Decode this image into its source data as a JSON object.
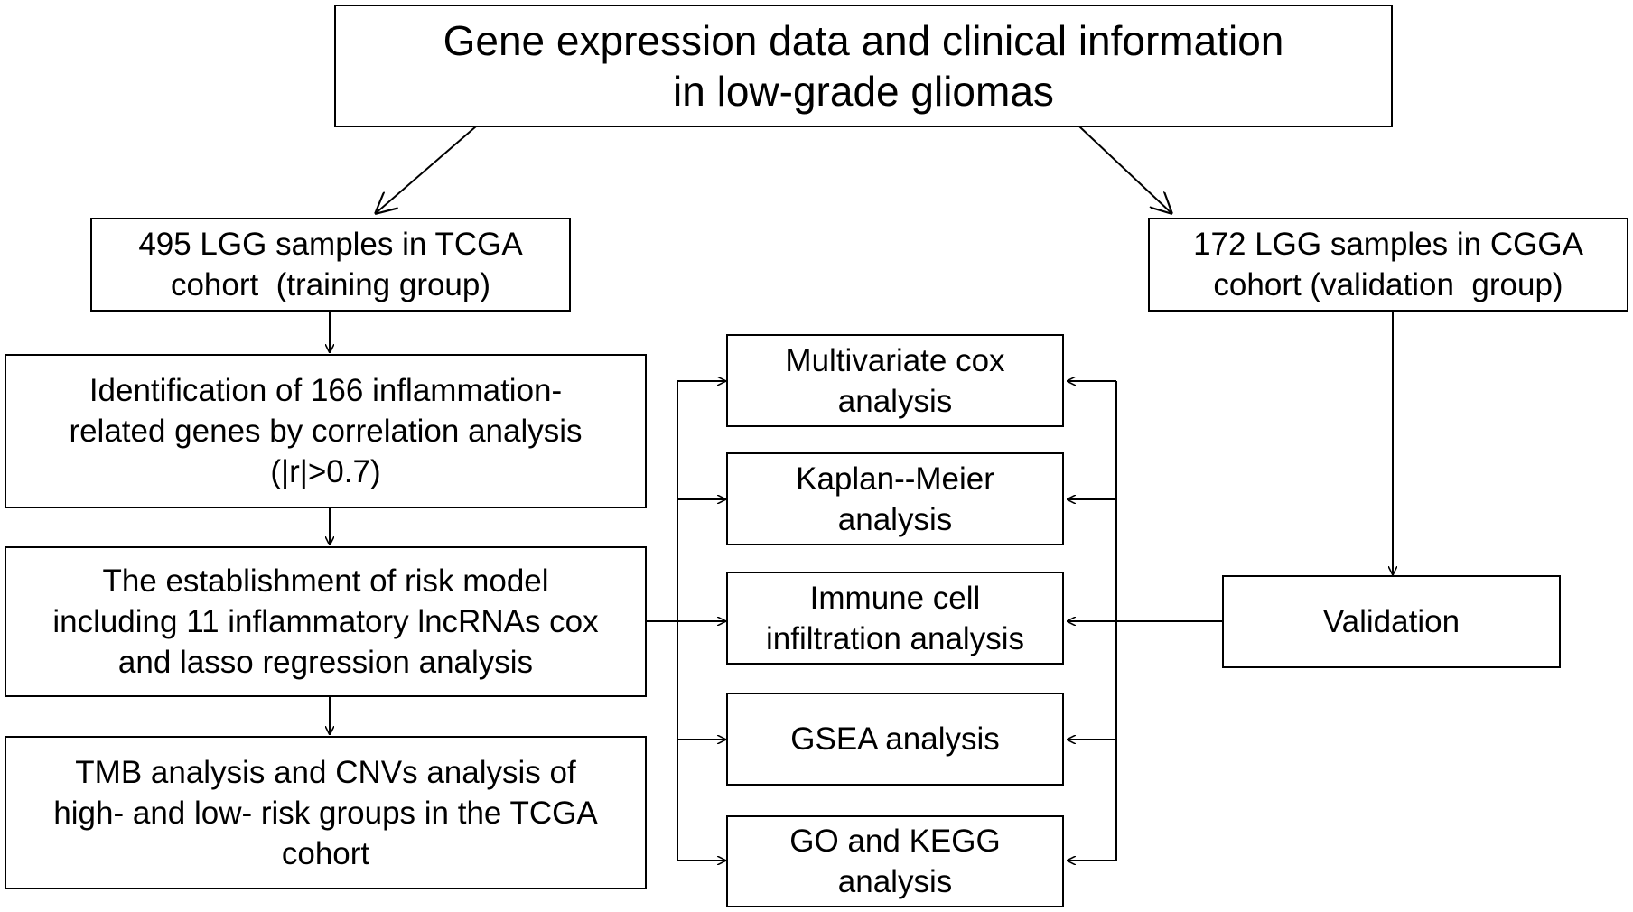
{
  "boxes": {
    "top": {
      "lines": [
        "Gene expression data and clinical information",
        "in low-grade gliomas"
      ]
    },
    "tcga": {
      "lines": [
        "495 LGG samples in TCGA",
        "cohort  (training group)"
      ]
    },
    "cgga": {
      "lines": [
        "172 LGG samples in CGGA",
        "cohort (validation  group)"
      ]
    },
    "identification": {
      "lines": [
        "Identification of 166 inflammation-",
        "related genes by correlation analysis",
        "(|r|>0.7)"
      ]
    },
    "risk_model": {
      "lines": [
        "The establishment of risk model",
        "including 11 inflammatory lncRNAs cox",
        "and lasso regression analysis"
      ]
    },
    "tmb": {
      "lines": [
        "TMB analysis and CNVs analysis of",
        "high- and low- risk groups in the TCGA",
        "cohort"
      ]
    },
    "multivariate": {
      "lines": [
        "Multivariate cox",
        "analysis"
      ]
    },
    "kaplan": {
      "lines": [
        "Kaplan--Meier",
        "analysis"
      ]
    },
    "immune": {
      "lines": [
        "Immune cell",
        "infiltration analysis"
      ]
    },
    "gsea": {
      "lines": [
        "GSEA analysis"
      ]
    },
    "go_kegg": {
      "lines": [
        "GO and KEGG",
        "analysis"
      ]
    },
    "validation": {
      "lines": [
        "Validation"
      ]
    }
  },
  "colors": {
    "line": "#000000",
    "box_fill": "#ffffff"
  }
}
